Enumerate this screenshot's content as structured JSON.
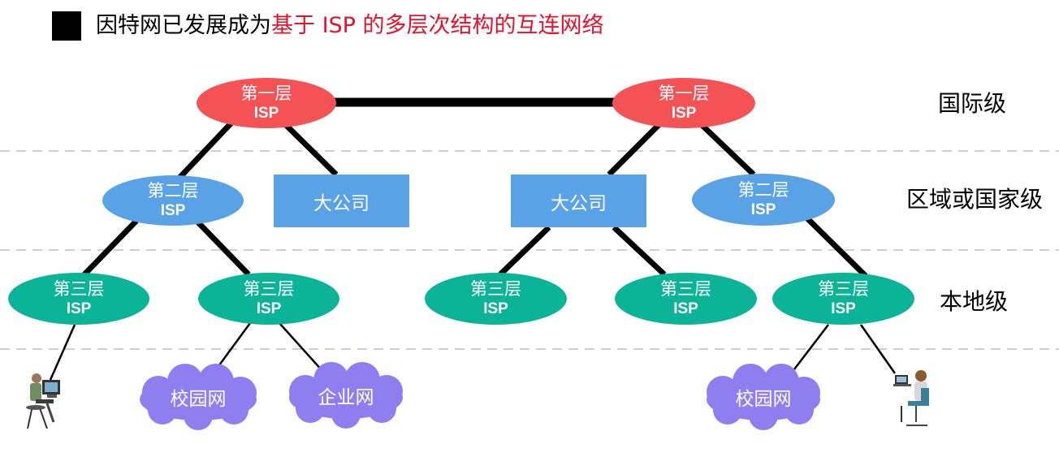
{
  "header": {
    "prefix": "因特网已发展成为",
    "highlight": "基于 ISP 的多层次结构的互连网络"
  },
  "levels": {
    "international": "国际级",
    "regional": "区域或国家级",
    "local": "本地级"
  },
  "nodes": {
    "tier1_left": {
      "line1": "第一层",
      "line2": "ISP"
    },
    "tier1_right": {
      "line1": "第一层",
      "line2": "ISP"
    },
    "tier2_left": {
      "line1": "第二层",
      "line2": "ISP"
    },
    "tier2_right": {
      "line1": "第二层",
      "line2": "ISP"
    },
    "corp_left": "大公司",
    "corp_right": "大公司",
    "tier3_1": {
      "line1": "第三层",
      "line2": "ISP"
    },
    "tier3_2": {
      "line1": "第三层",
      "line2": "ISP"
    },
    "tier3_3": {
      "line1": "第三层",
      "line2": "ISP"
    },
    "tier3_4": {
      "line1": "第三层",
      "line2": "ISP"
    },
    "tier3_5": {
      "line1": "第三层",
      "line2": "ISP"
    }
  },
  "clouds": {
    "campus_left": "校园网",
    "enterprise": "企业网",
    "campus_right": "校园网"
  },
  "colors": {
    "tier1": "#f45255",
    "tier2": "#5aa2e6",
    "tier3": "#0bb496",
    "cloud": "#8f7ef0",
    "highlight": "#e8102a"
  }
}
